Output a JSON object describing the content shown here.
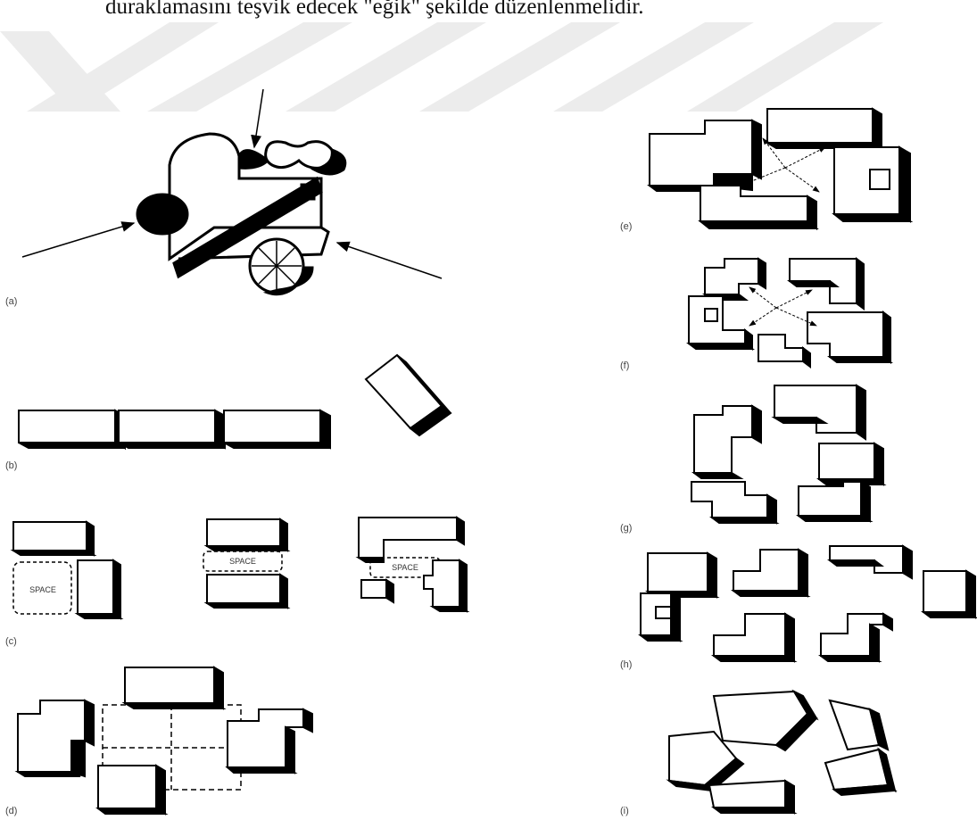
{
  "caption": "duraklamasını teşvik edecek \"eğik\" şekilde düzenlenmelidir.",
  "panels": {
    "a": "(a)",
    "b": "(b)",
    "c": "(c)",
    "d": "(d)",
    "e": "(e)",
    "f": "(f)",
    "g": "(g)",
    "h": "(h)",
    "i": "(i)"
  },
  "space_labels": [
    "SPACE",
    "SPACE",
    "SPACE"
  ],
  "colors": {
    "watermark": "#ececec",
    "ink": "#000000",
    "paper": "#ffffff"
  }
}
